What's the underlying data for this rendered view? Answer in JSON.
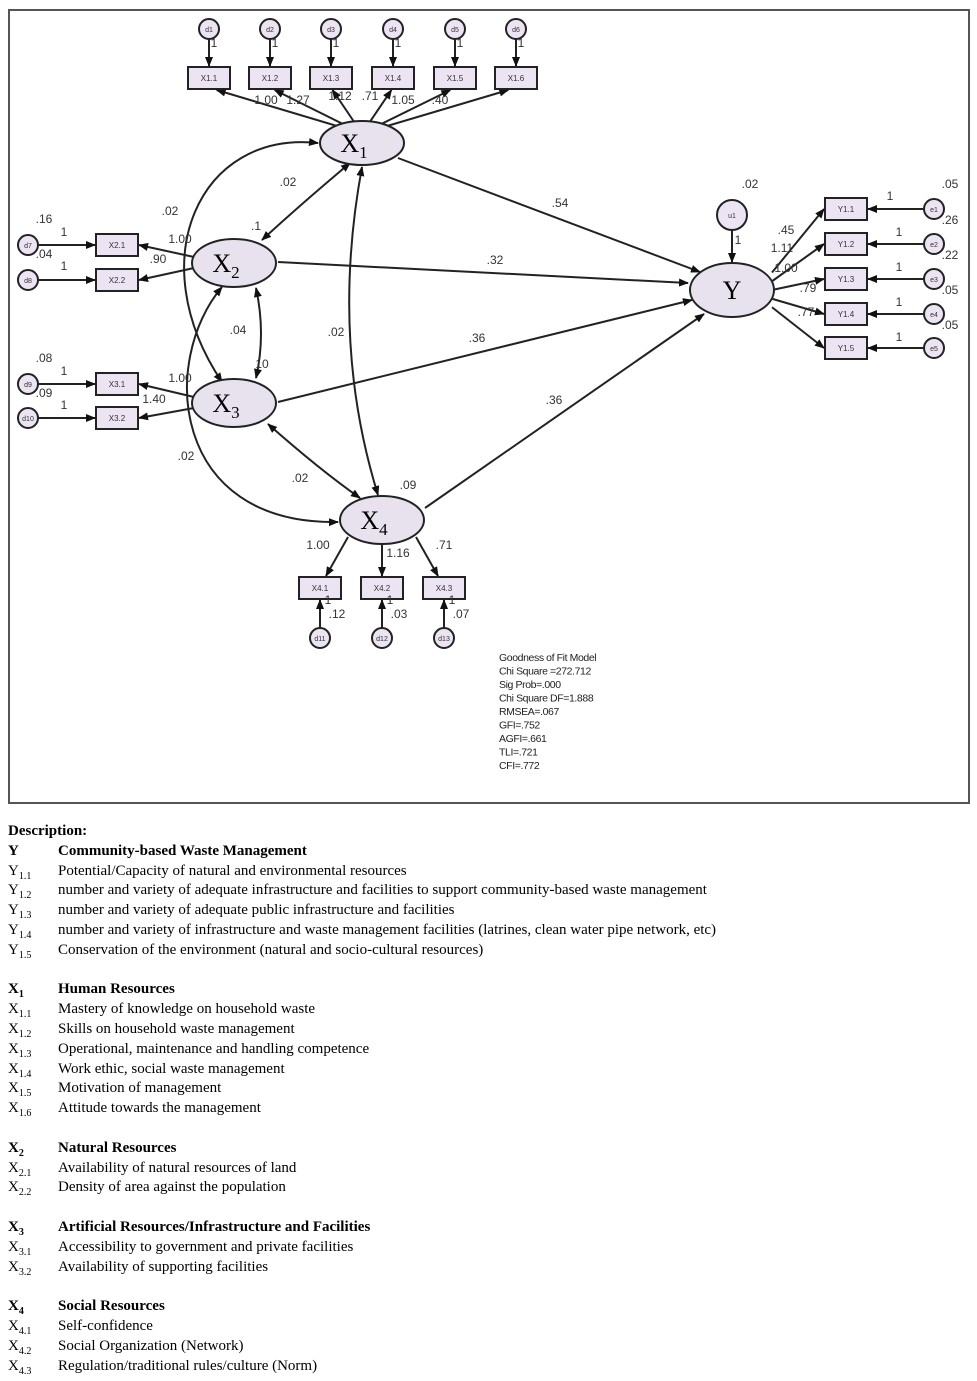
{
  "diagram": {
    "latent": {
      "X1": {
        "main": "X",
        "sub": "1"
      },
      "X2": {
        "main": "X",
        "sub": "2"
      },
      "X3": {
        "main": "X",
        "sub": "3"
      },
      "X4": {
        "main": "X",
        "sub": "4"
      },
      "Y": {
        "main": "Y",
        "sub": ""
      }
    },
    "observed": [
      "X1.1",
      "X1.2",
      "X1.3",
      "X1.4",
      "X1.5",
      "X1.6",
      "X2.1",
      "X2.2",
      "X3.1",
      "X3.2",
      "X4.1",
      "X4.2",
      "X4.3",
      "Y1.1",
      "Y1.2",
      "Y1.3",
      "Y1.4",
      "Y1.5"
    ],
    "errors": [
      "d1",
      "d2",
      "d3",
      "d4",
      "d5",
      "d6",
      "d7",
      "d8",
      "d9",
      "d10",
      "d11",
      "d12",
      "d13",
      "e1",
      "e2",
      "e3",
      "e4",
      "e5",
      "u1"
    ],
    "coefficients": [
      "1.00",
      "1.27",
      "1.12",
      ".71",
      "1.05",
      ".40",
      "1",
      "1",
      "1",
      "1",
      "1",
      "1",
      ".02",
      ".02",
      ".1",
      ".54",
      ".32",
      ".36",
      ".36",
      ".04",
      "10",
      ".02",
      ".02",
      ".02",
      ".09",
      ".16",
      "1",
      ".04",
      "1",
      "1.00",
      ".90",
      ".08",
      "1",
      ".09",
      "1",
      "1.00",
      "1.40",
      ".02",
      "1",
      ".45",
      "1.11",
      "1.00",
      ".79",
      ".77",
      "1",
      "1",
      "1",
      "1",
      "1",
      ".05",
      ".26",
      ".22",
      ".05",
      ".05",
      "1.00",
      "1.16",
      ".71",
      "1",
      "1",
      "1",
      ".12",
      ".03",
      ".07"
    ],
    "gof": {
      "title": "Goodness of Fit Model",
      "lines": [
        "Chi Square =272.712",
        "Sig Prob=.000",
        "Chi Square DF=1.888",
        "RMSEA=.067",
        "GFI=.752",
        "AGFI=.661",
        "TLI=.721",
        "CFI=.772"
      ]
    },
    "colors": {
      "node_fill": "#e8e2ee",
      "box_fill": "#ece4f2",
      "stroke": "#222222"
    }
  },
  "description": {
    "heading": "Description:",
    "sections": [
      {
        "items": [
          {
            "main": "Y",
            "sub": "",
            "text": "Community-based Waste Management",
            "bold": true
          },
          {
            "main": "Y",
            "sub": "1.1",
            "text": "Potential/Capacity of natural and environmental resources"
          },
          {
            "main": "Y",
            "sub": "1.2",
            "text": "number and variety of adequate infrastructure and facilities to support community-based waste management"
          },
          {
            "main": "Y",
            "sub": "1.3",
            "text": "number and variety of adequate public infrastructure and facilities"
          },
          {
            "main": "Y",
            "sub": "1.4",
            "text": "number and variety of infrastructure and waste management facilities (latrines, clean water pipe network, etc)"
          },
          {
            "main": "Y",
            "sub": "1.5",
            "text": "Conservation of the environment (natural and socio-cultural resources)"
          }
        ]
      },
      {
        "items": [
          {
            "main": "X",
            "sub": "1",
            "text": "Human Resources",
            "bold": true
          },
          {
            "main": "X",
            "sub": "1.1",
            "text": "Mastery of knowledge on household waste"
          },
          {
            "main": "X",
            "sub": "1.2",
            "text": "Skills on household waste management"
          },
          {
            "main": "X",
            "sub": "1.3",
            "text": "Operational, maintenance and handling competence"
          },
          {
            "main": "X",
            "sub": "1.4",
            "text": "Work ethic, social waste management"
          },
          {
            "main": "X",
            "sub": "1.5",
            "text": "Motivation of management"
          },
          {
            "main": "X",
            "sub": "1.6",
            "text": "Attitude towards the management"
          }
        ]
      },
      {
        "items": [
          {
            "main": "X",
            "sub": "2",
            "text": "Natural Resources",
            "bold": true
          },
          {
            "main": "X",
            "sub": "2.1",
            "text": "Availability of natural resources of land"
          },
          {
            "main": "X",
            "sub": "2.2",
            "text": "Density of area against the population"
          }
        ]
      },
      {
        "items": [
          {
            "main": "X",
            "sub": "3",
            "text": "Artificial Resources/Infrastructure and Facilities",
            "bold": true
          },
          {
            "main": "X",
            "sub": "3.1",
            "text": "Accessibility to government and private facilities"
          },
          {
            "main": "X",
            "sub": "3.2",
            "text": "Availability of supporting facilities"
          }
        ]
      },
      {
        "items": [
          {
            "main": "X",
            "sub": "4",
            "text": "Social Resources",
            "bold": true
          },
          {
            "main": "X",
            "sub": "4.1",
            "text": "Self-confidence"
          },
          {
            "main": "X",
            "sub": "4.2",
            "text": "Social Organization (Network)"
          },
          {
            "main": "X",
            "sub": "4.3",
            "text": "Regulation/traditional rules/culture (Norm)"
          }
        ]
      }
    ]
  }
}
